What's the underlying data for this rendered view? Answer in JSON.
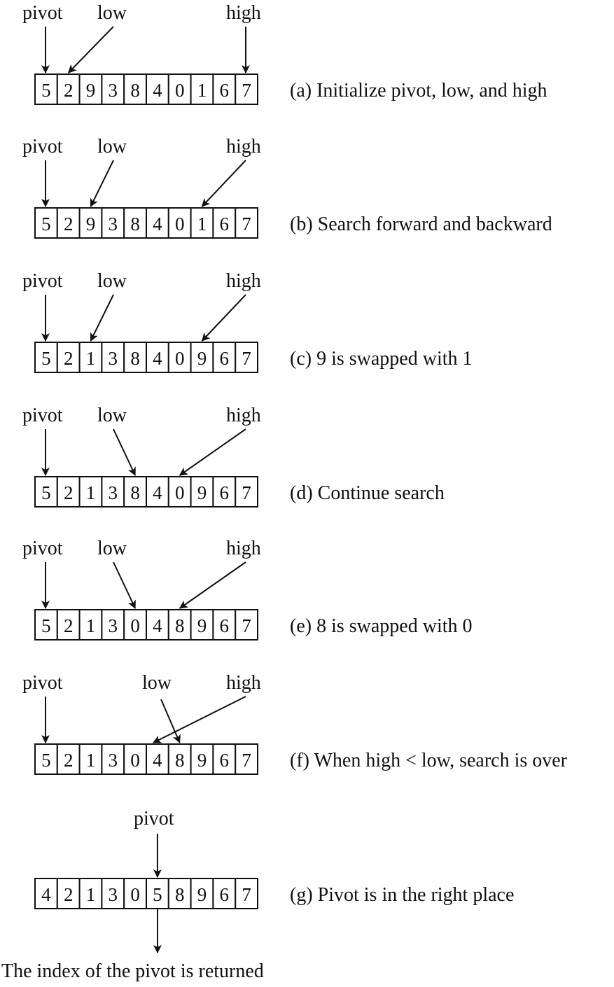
{
  "steps": [
    {
      "id": "a",
      "values": [
        "5",
        "2",
        "9",
        "3",
        "8",
        "4",
        "0",
        "1",
        "6",
        "7"
      ],
      "caption": "(a) Initialize pivot, low, and high",
      "pointers": [
        {
          "role": "pivot",
          "label": "pivot",
          "target": 0
        },
        {
          "role": "low",
          "label": "low",
          "target": 1
        },
        {
          "role": "high",
          "label": "high",
          "target": 9
        }
      ]
    },
    {
      "id": "b",
      "values": [
        "5",
        "2",
        "9",
        "3",
        "8",
        "4",
        "0",
        "1",
        "6",
        "7"
      ],
      "caption": "(b) Search forward and backward",
      "pointers": [
        {
          "role": "pivot",
          "label": "pivot",
          "target": 0
        },
        {
          "role": "low",
          "label": "low",
          "target": 2
        },
        {
          "role": "high",
          "label": "high",
          "target": 7
        }
      ]
    },
    {
      "id": "c",
      "values": [
        "5",
        "2",
        "1",
        "3",
        "8",
        "4",
        "0",
        "9",
        "6",
        "7"
      ],
      "caption": "(c) 9 is swapped with 1",
      "pointers": [
        {
          "role": "pivot",
          "label": "pivot",
          "target": 0
        },
        {
          "role": "low",
          "label": "low",
          "target": 2
        },
        {
          "role": "high",
          "label": "high",
          "target": 7
        }
      ]
    },
    {
      "id": "d",
      "values": [
        "5",
        "2",
        "1",
        "3",
        "8",
        "4",
        "0",
        "9",
        "6",
        "7"
      ],
      "caption": "(d) Continue search",
      "pointers": [
        {
          "role": "pivot",
          "label": "pivot",
          "target": 0
        },
        {
          "role": "low",
          "label": "low",
          "target": 4
        },
        {
          "role": "high",
          "label": "high",
          "target": 6
        }
      ]
    },
    {
      "id": "e",
      "values": [
        "5",
        "2",
        "1",
        "3",
        "0",
        "4",
        "8",
        "9",
        "6",
        "7"
      ],
      "caption": "(e) 8 is swapped with 0",
      "pointers": [
        {
          "role": "pivot",
          "label": "pivot",
          "target": 0
        },
        {
          "role": "low",
          "label": "low",
          "target": 4
        },
        {
          "role": "high",
          "label": "high",
          "target": 6
        }
      ]
    },
    {
      "id": "f",
      "values": [
        "5",
        "2",
        "1",
        "3",
        "0",
        "4",
        "8",
        "9",
        "6",
        "7"
      ],
      "caption": "(f) When high < low, search is over",
      "pointers": [
        {
          "role": "pivot",
          "label": "pivot",
          "target": 0
        },
        {
          "role": "low",
          "label": "low",
          "target": 6
        },
        {
          "role": "high",
          "label": "high",
          "target": 5
        }
      ]
    },
    {
      "id": "g",
      "values": [
        "4",
        "2",
        "1",
        "3",
        "0",
        "5",
        "8",
        "9",
        "6",
        "7"
      ],
      "caption": "(g) Pivot is in the right place",
      "pointers": [
        {
          "role": "pivot",
          "label": "pivot",
          "target": 5
        }
      ]
    }
  ],
  "footer_note": "The index of the pivot is returned"
}
